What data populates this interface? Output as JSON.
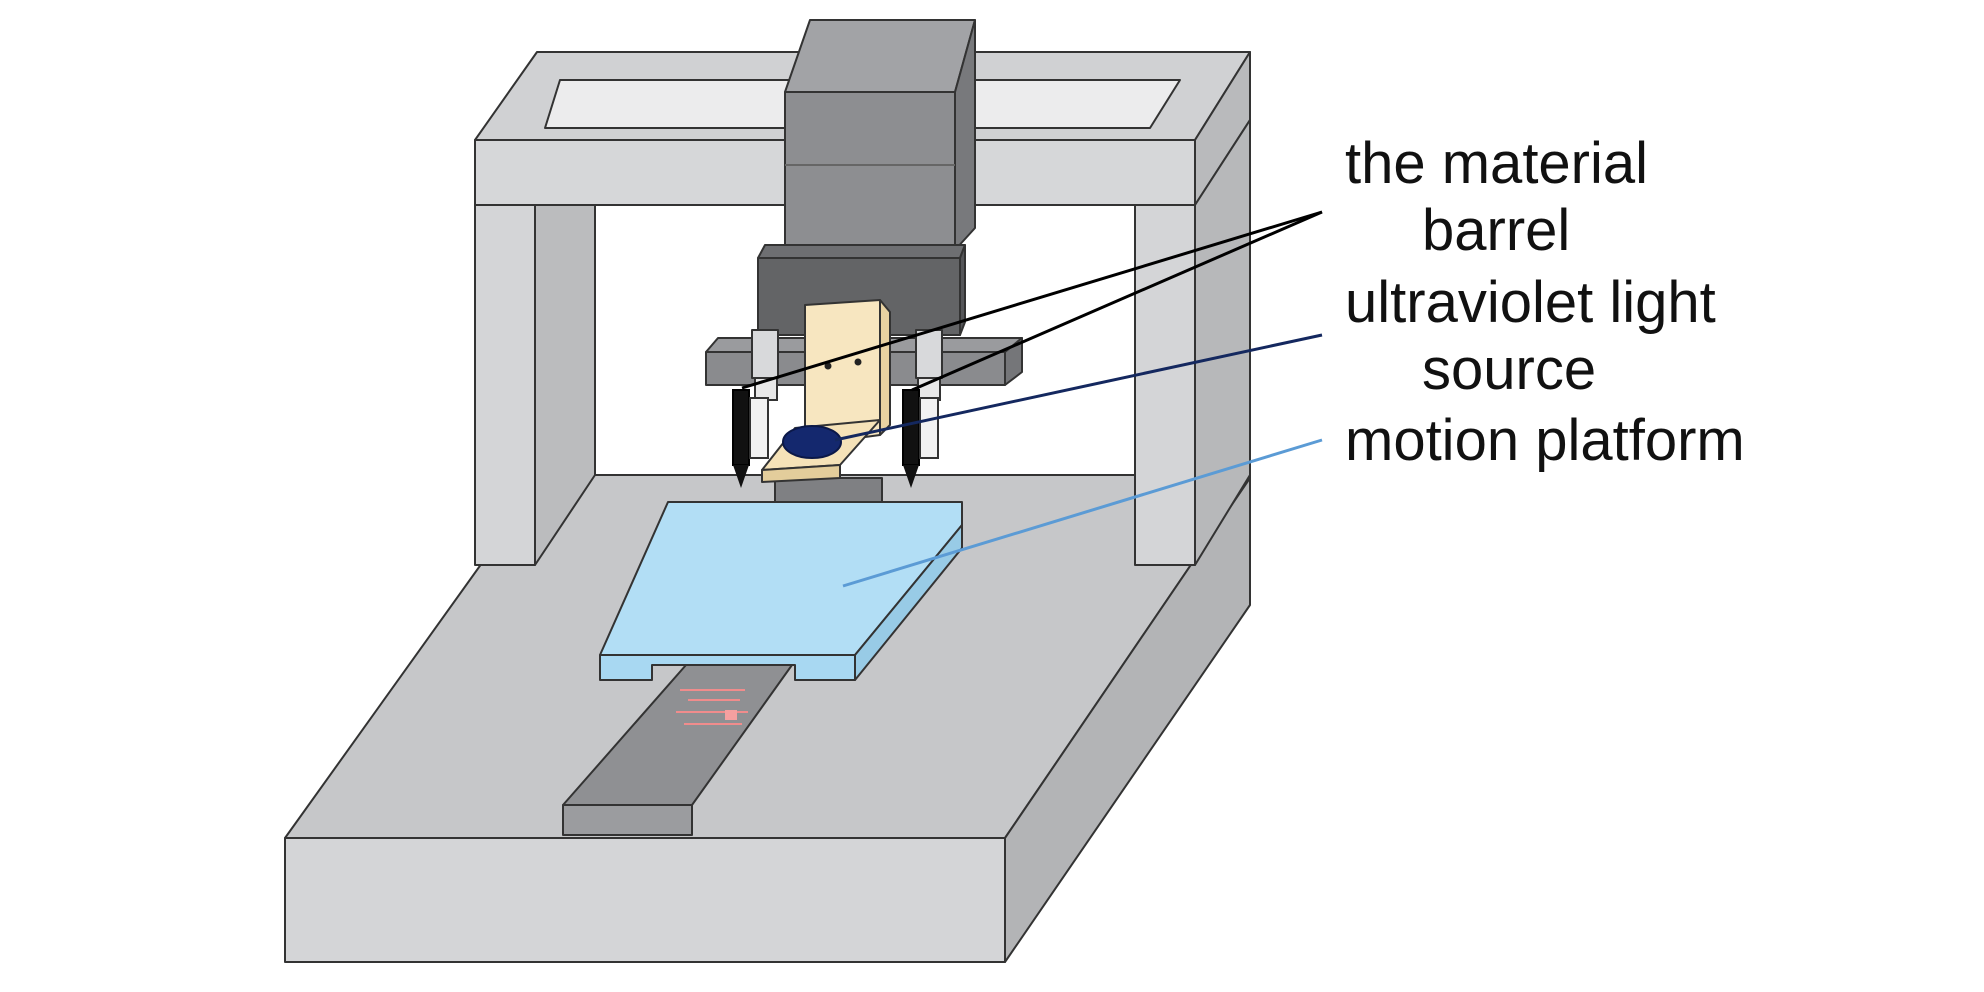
{
  "diagram": {
    "labels": {
      "material_barrel_line1": "the material",
      "material_barrel_line2": "barrel",
      "uv_source_line1": "ultraviolet light",
      "uv_source_line2": "source",
      "motion_platform": "motion platform"
    },
    "colors": {
      "frame_light": "#d4d5d7",
      "frame_mid": "#c4c5c7",
      "frame_dark": "#a9aaac",
      "motor_block": "#8c8d90",
      "head_block": "#636466",
      "rail": "#8f9093",
      "platform_top": "#b2def5",
      "platform_side": "#9ecfe9",
      "uv_mount": "#f5e2b8",
      "uv_lamp": "#14286e",
      "barrel_leader": "#000000",
      "uv_leader": "#14285f",
      "platform_leader": "#5b9bd5"
    }
  }
}
